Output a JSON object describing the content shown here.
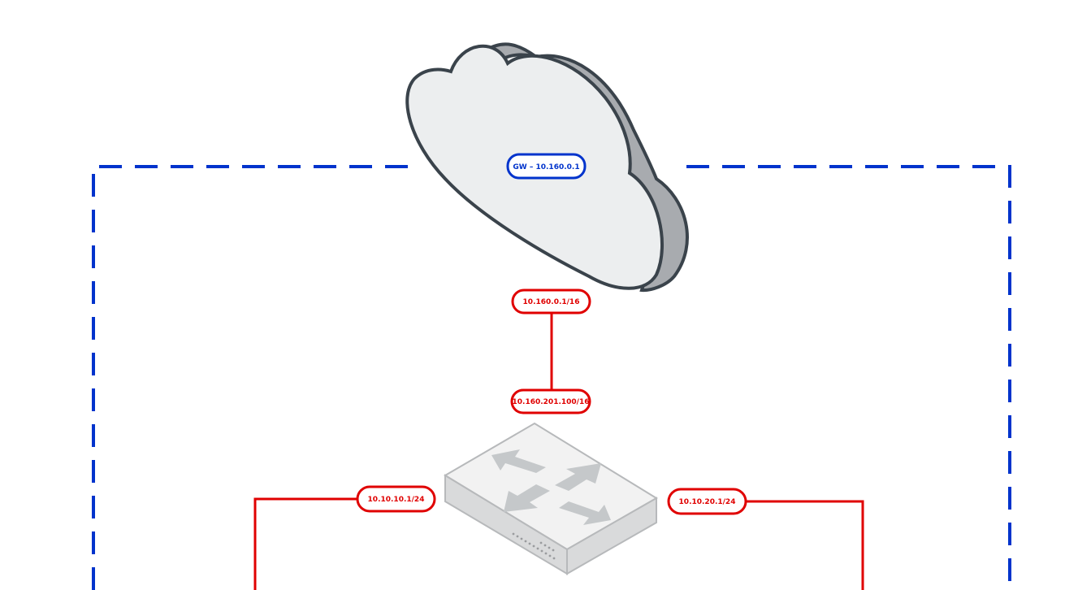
{
  "colors": {
    "boundary": "#0033cc",
    "link": "#e00000",
    "cloud_fill": "#eceeef",
    "cloud_side": "#a8abaf",
    "cloud_outline": "#3a434b",
    "router_top": "#f2f2f2",
    "router_side": "#d9dadb",
    "router_arrows": "#c5c8ca"
  },
  "icons": {
    "cloud": "cloud-icon",
    "router": "router-icon"
  },
  "labels": {
    "gateway": "GW – 10.160.0.1",
    "cloud_interface": "10.160.0.1/16",
    "router_uplink": "10.160.201.100/16",
    "router_left": "10.10.10.1/24",
    "router_right": "10.10.20.1/24"
  }
}
